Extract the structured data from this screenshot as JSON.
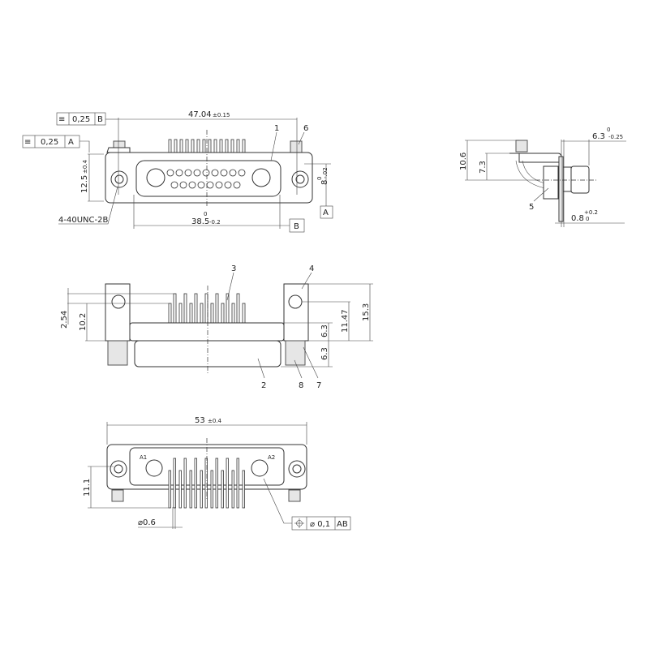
{
  "top_view": {
    "dim_width": "47.04",
    "dim_width_tol": "±0.15",
    "dim_height": "12.5",
    "dim_height_tol": "±0.4",
    "dim_shell": "38.5",
    "dim_shell_tol_upper": "0",
    "dim_shell_tol_lower": "-0.2",
    "dim_depth": "8",
    "dim_depth_tol_upper": "0",
    "dim_depth_tol_lower": "-.02",
    "thread": "4-40UNC-2B",
    "fcf_b": {
      "symbol": "symmetry",
      "value": "0,25",
      "datum": "B"
    },
    "fcf_a": {
      "symbol": "symmetry",
      "value": "0,25",
      "datum": "A"
    },
    "datum_a": "A",
    "datum_b": "B",
    "callout_1": "1",
    "callout_6": "6"
  },
  "side_view": {
    "dim_10_6": "10.6",
    "dim_7_3": "7.3",
    "dim_6_3": "6.3",
    "dim_6_3_tol_upper": "0",
    "dim_6_3_tol_lower": "-0.25",
    "dim_0_8": "0.8",
    "dim_0_8_tol_upper": "+0.2",
    "dim_0_8_tol_lower": "0",
    "callout_5": "5"
  },
  "front_view": {
    "dim_2_54": "2.54",
    "dim_10_2": "10.2",
    "dim_11_47": "11.47",
    "dim_15_3": "15.3",
    "dim_6_3_a": "6.3",
    "dim_6_3_b": "6.3",
    "callout_2": "2",
    "callout_3": "3",
    "callout_4": "4",
    "callout_7": "7",
    "callout_8": "8"
  },
  "bottom_view": {
    "dim_width": "53",
    "dim_width_tol": "±0.4",
    "dim_11_1": "11.1",
    "dim_pin_dia": "⌀0.6",
    "label_a1": "A1",
    "label_a2": "A2",
    "fcf_position": {
      "symbol": "position",
      "value": "⌀ 0,1",
      "datum": "AB"
    }
  }
}
